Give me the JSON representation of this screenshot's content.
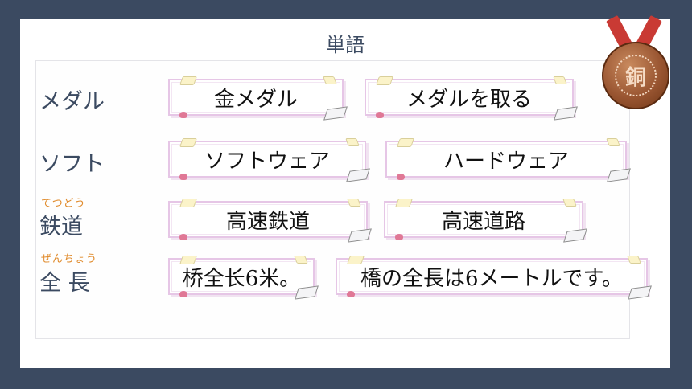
{
  "slide": {
    "title": "単語"
  },
  "rows": [
    {
      "ruby": "",
      "term": "メダル",
      "examples": [
        "金メダル",
        "メダルを取る"
      ]
    },
    {
      "ruby": "",
      "term": "ソフト",
      "examples": [
        "ソフトウェア",
        "ハードウェア"
      ]
    },
    {
      "ruby": "てつどう",
      "term": "鉄道",
      "examples": [
        "高速鉄道",
        "高速道路"
      ]
    },
    {
      "ruby": "ぜんちょう",
      "term": "全 長",
      "examples": [
        "桥全长6米。",
        "橋の全長は6メートルです。"
      ]
    }
  ],
  "medal": {
    "glyph": "銅",
    "icon": "bronze-medal-icon",
    "colors": {
      "ribbon": "#c93a34",
      "bronze": "#9a5632"
    }
  },
  "colors": {
    "background": "#3b4a61",
    "term": "#3b4a61",
    "ruby": "#e08a2a",
    "card_border": "#e6c6e6"
  }
}
